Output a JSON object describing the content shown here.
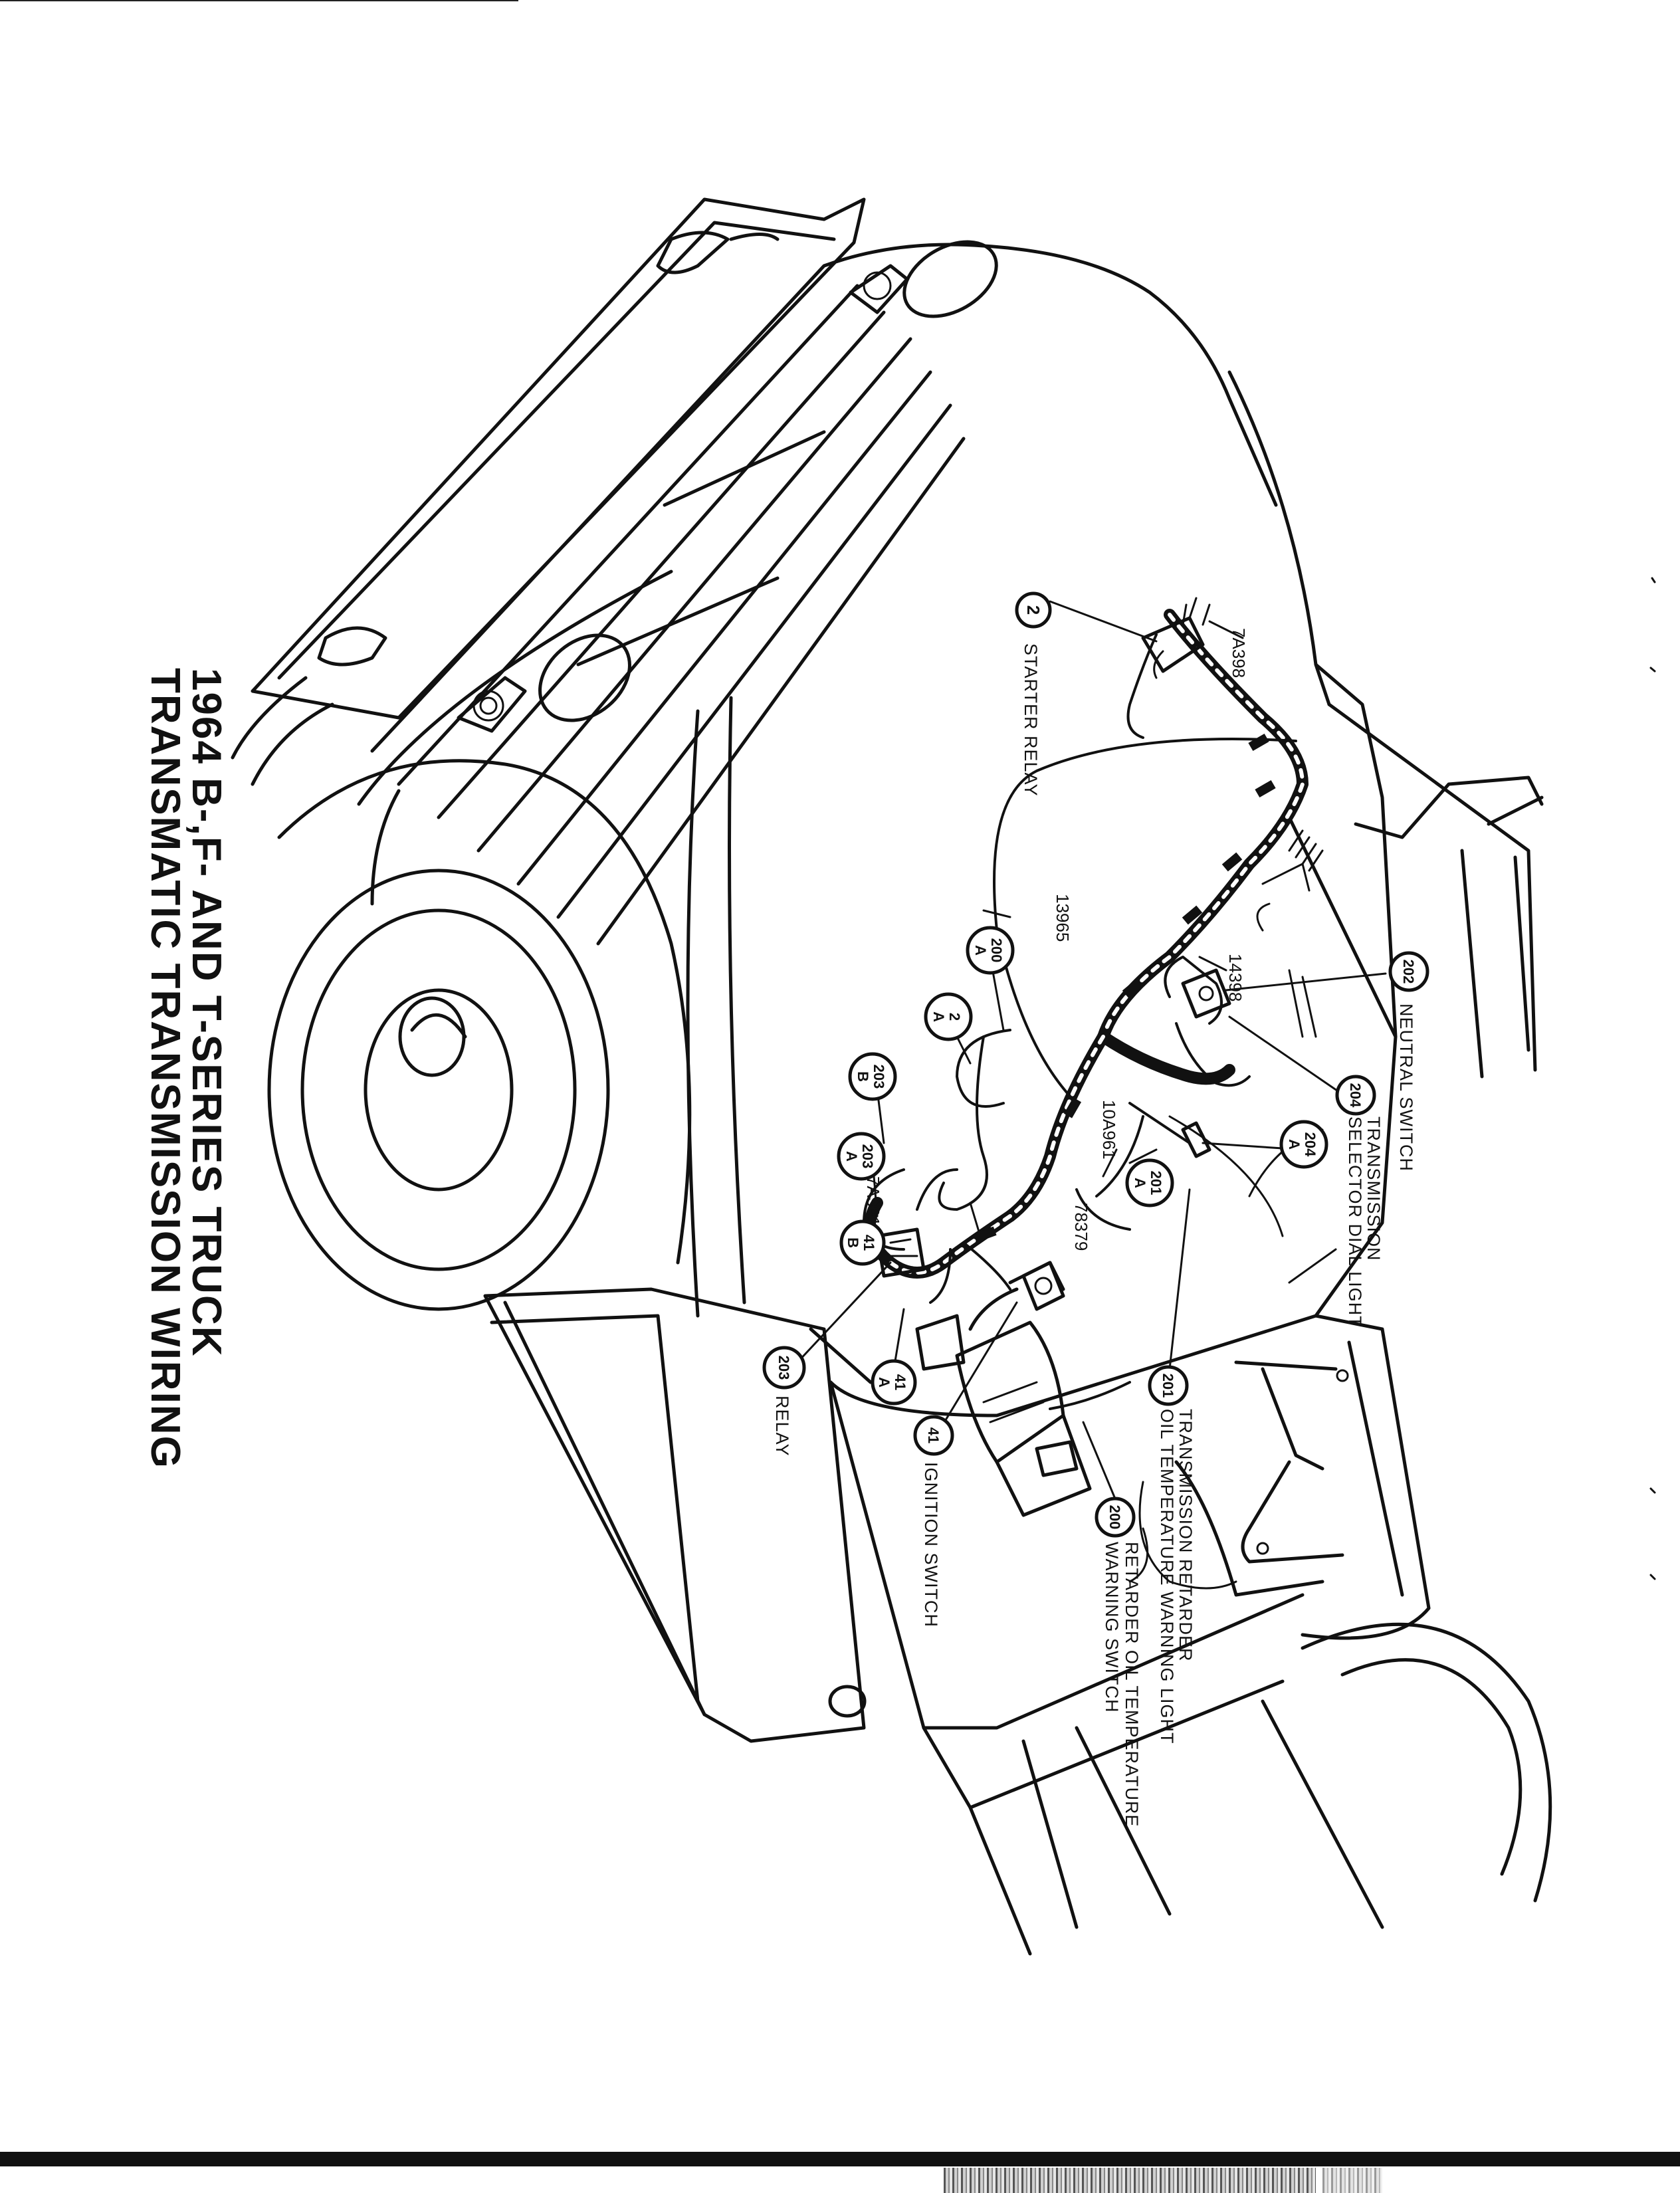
{
  "title": {
    "line1": "1964 B-,F- AND T-SERIES TRUCK",
    "line2": "TRANSMATIC TRANSMISSION WIRING"
  },
  "callouts": [
    {
      "id": "c2",
      "num": "2",
      "sub": ""
    },
    {
      "id": "c202",
      "num": "202",
      "sub": ""
    },
    {
      "id": "c204",
      "num": "204",
      "sub": ""
    },
    {
      "id": "c204a",
      "num": "204",
      "sub": "A"
    },
    {
      "id": "c200a",
      "num": "200",
      "sub": "A"
    },
    {
      "id": "c2a",
      "num": "2",
      "sub": "A"
    },
    {
      "id": "c203b",
      "num": "203",
      "sub": "B"
    },
    {
      "id": "c203a",
      "num": "203",
      "sub": "A"
    },
    {
      "id": "c41b",
      "num": "41",
      "sub": "B"
    },
    {
      "id": "c201a",
      "num": "201",
      "sub": "A"
    },
    {
      "id": "c201",
      "num": "201",
      "sub": ""
    },
    {
      "id": "c203",
      "num": "203",
      "sub": ""
    },
    {
      "id": "c41a",
      "num": "41",
      "sub": "A"
    },
    {
      "id": "c41",
      "num": "41",
      "sub": ""
    },
    {
      "id": "c200",
      "num": "200",
      "sub": ""
    }
  ],
  "labels": {
    "starter_relay": "STARTER RELAY",
    "neutral_switch": "NEUTRAL SWITCH",
    "selector_dial_light_1": "TRANSMISSION",
    "selector_dial_light_2": "SELECTOR DIAL LIGHT",
    "retarder_warning_light_1": "TRANSMISSION RETARDER",
    "retarder_warning_light_2": "OIL TEMPERATURE WARNING LIGHT",
    "relay": "RELAY",
    "ignition_switch": "IGNITION SWITCH",
    "retarder_temp_switch_1": "RETARDER OIL TEMPERATURE",
    "retarder_temp_switch_2": "WARNING SWITCH"
  },
  "part_numbers": {
    "p7a398": "7A398",
    "p13965": "13965",
    "p14398": "14398",
    "p10a961": "10A961",
    "p7a391": "7A391",
    "p78379": "78379"
  }
}
